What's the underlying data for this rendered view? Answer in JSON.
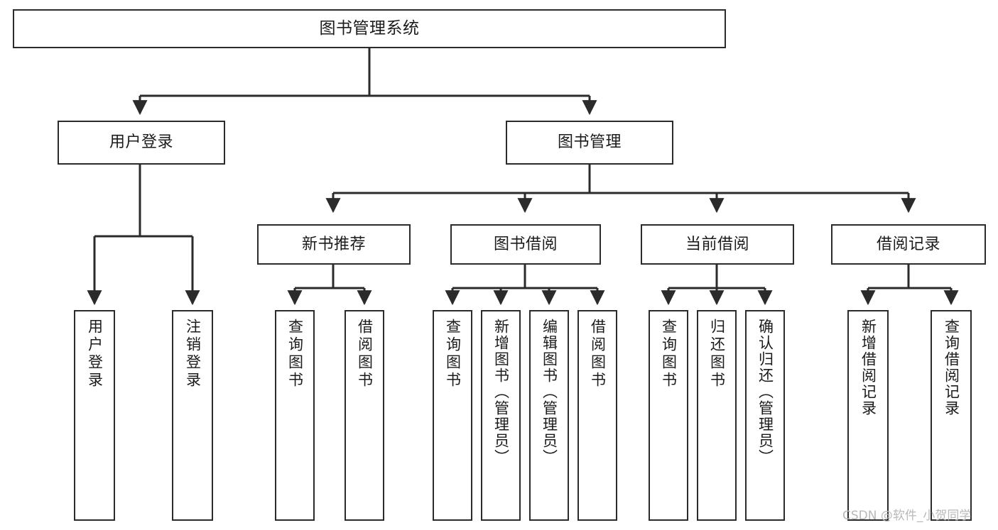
{
  "diagram": {
    "title": "图书管理系统",
    "type": "tree",
    "watermark": "CSDN @软件_小贺同学",
    "stroke_color": "#2b2b2b",
    "fill_color": "#ffffff",
    "text_color": "#1b1b1b",
    "watermark_color": "#b9b9b9"
  },
  "nodes": {
    "root": {
      "label": "图书管理系统",
      "level": 1
    },
    "l2": [
      {
        "id": "user-login",
        "label": "用户登录",
        "level": 2
      },
      {
        "id": "book-manage",
        "label": "图书管理",
        "level": 2
      }
    ],
    "l3": [
      {
        "id": "new-book-rec",
        "label": "新书推荐",
        "level": 3,
        "parent": "book-manage"
      },
      {
        "id": "book-borrow",
        "label": "图书借阅",
        "level": 3,
        "parent": "book-manage"
      },
      {
        "id": "current-borrow",
        "label": "当前借阅",
        "level": 3,
        "parent": "book-manage"
      },
      {
        "id": "borrow-record",
        "label": "借阅记录",
        "level": 3,
        "parent": "book-manage"
      }
    ],
    "leaves": [
      {
        "id": "leaf-user-login",
        "label": "用户登录",
        "parent": "user-login"
      },
      {
        "id": "leaf-user-logout",
        "label": "注销登录",
        "parent": "user-login"
      },
      {
        "id": "leaf-query-book-rec",
        "label": "查询图书",
        "parent": "new-book-rec"
      },
      {
        "id": "leaf-borrow-book-rec",
        "label": "借阅图书",
        "parent": "new-book-rec"
      },
      {
        "id": "leaf-query-book-borrow",
        "label": "查询图书",
        "parent": "book-borrow"
      },
      {
        "id": "leaf-add-book",
        "label": "新增图书（管理员）",
        "parent": "book-borrow"
      },
      {
        "id": "leaf-edit-book",
        "label": "编辑图书（管理员）",
        "parent": "book-borrow"
      },
      {
        "id": "leaf-borrow-book",
        "label": "借阅图书",
        "parent": "book-borrow"
      },
      {
        "id": "leaf-query-book-current",
        "label": "查询图书",
        "parent": "current-borrow"
      },
      {
        "id": "leaf-return-book",
        "label": "归还图书",
        "parent": "current-borrow"
      },
      {
        "id": "leaf-confirm-return",
        "label": "确认归还（管理员）",
        "parent": "current-borrow"
      },
      {
        "id": "leaf-add-record",
        "label": "新增借阅记录",
        "parent": "borrow-record"
      },
      {
        "id": "leaf-query-record",
        "label": "查询借阅记录",
        "parent": "borrow-record"
      }
    ]
  }
}
